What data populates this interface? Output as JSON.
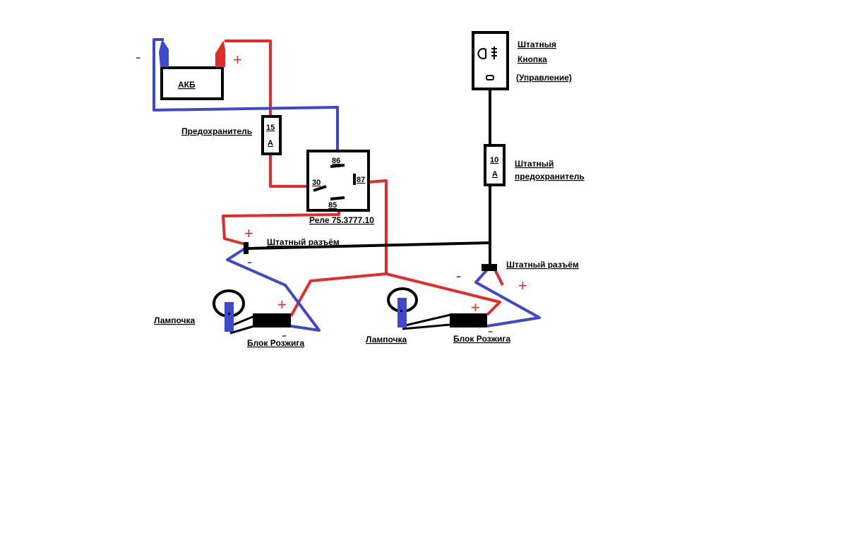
{
  "colors": {
    "positive_wire": "#e32b2b",
    "negative_wire": "#3f48cc",
    "signal_wire": "#000000",
    "background": "#ffffff"
  },
  "battery": {
    "label": "АКБ",
    "minus": "-",
    "plus": "+"
  },
  "fuse_main": {
    "label": "Предохранитель",
    "rating_value": "15",
    "rating_unit": "A"
  },
  "relay": {
    "label": "Реле 75.3777.10",
    "pins": {
      "p86": "86",
      "p30": "30",
      "p87": "87",
      "p85": "85"
    }
  },
  "switch": {
    "line1": "Штатныя",
    "line2": "Кнопка",
    "line3": "(Управление)",
    "icon": "headlight-icon"
  },
  "fuse_stock": {
    "label_line1": "Штатный",
    "label_line2": "предохранитель",
    "rating_value": "10",
    "rating_unit": "A"
  },
  "connector_left": {
    "label": "Штатный разъём",
    "plus": "+",
    "minus": "-"
  },
  "connector_right": {
    "label": "Штатный разъём",
    "plus": "+",
    "minus": "-"
  },
  "lamp_left": {
    "label": "Лампочка"
  },
  "ballast_left": {
    "label": "Блок Розжига",
    "plus": "+",
    "minus": "-"
  },
  "lamp_right": {
    "label": "Лампочка"
  },
  "ballast_right": {
    "label": "Блок Розжига",
    "plus": "+",
    "minus": "-"
  }
}
